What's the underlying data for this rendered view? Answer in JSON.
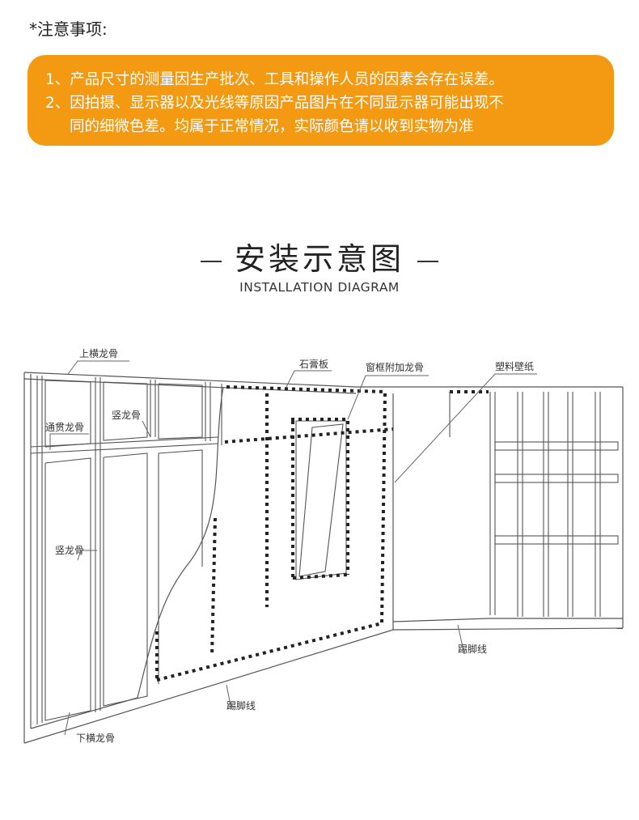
{
  "notice": {
    "title": "*注意事项:",
    "line1": "1、产品尺寸的测量因生产批次、工具和操作人员的因素会存在误差。",
    "line2": "2、因拍摄、显示器以及光线等原因产品图片在不同显示器可能出现不",
    "line3": "同的细微色差。均属于正常情况，实际颜色请以收到实物为准"
  },
  "heading": {
    "cn": "安装示意图",
    "en": "INSTALLATION DIAGRAM"
  },
  "diagram_labels": {
    "top_rail": "上横龙骨",
    "through_keel": "通贯龙骨",
    "vertical_keel_1": "竖龙骨",
    "vertical_keel_2": "竖龙骨",
    "gypsum_board": "石膏板",
    "window_frame_keel": "窗框附加龙骨",
    "plastic_wallpaper": "塑料壁纸",
    "skirting_1": "踢脚线",
    "skirting_2": "踢脚线",
    "bottom_rail": "下横龙骨"
  },
  "colors": {
    "accent": "#f39a12",
    "line": "#444444"
  }
}
